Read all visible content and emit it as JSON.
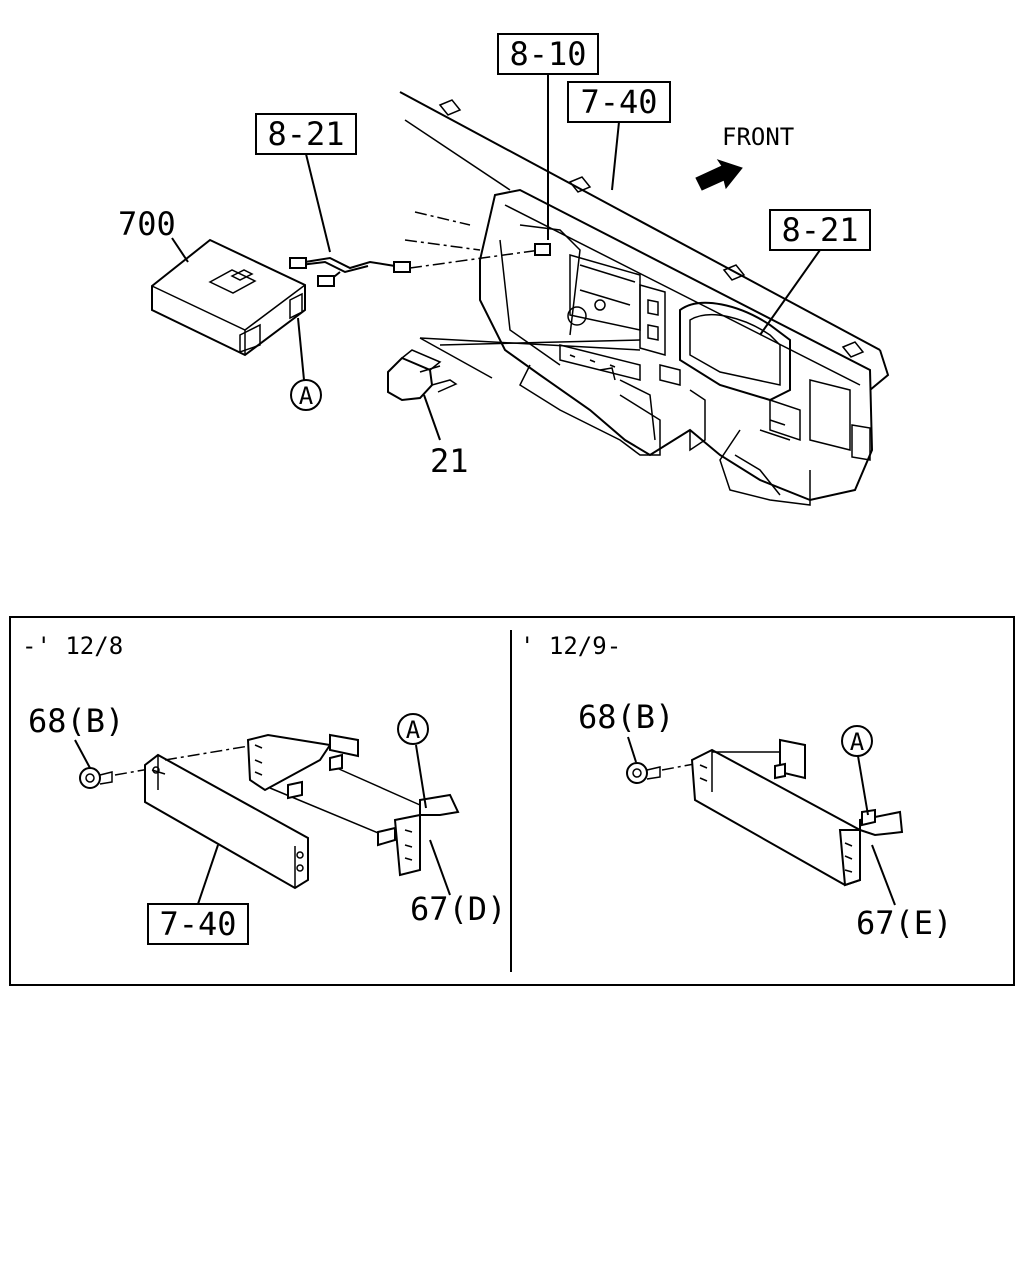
{
  "top_view": {
    "refs": {
      "ref_8_10": "8-10",
      "ref_7_40": "7-40",
      "ref_8_21_left": "8-21",
      "ref_8_21_right": "8-21"
    },
    "front_label": "FRONT",
    "part_700": "700",
    "part_21": "21",
    "marker_a": "A"
  },
  "inset_left": {
    "date_range": "-' 12/8",
    "bolt_label": "68(B)",
    "bracket_label": "67(D)",
    "ref_label": "7-40",
    "marker_a": "A"
  },
  "inset_right": {
    "date_range": "' 12/9-",
    "bolt_label": "68(B)",
    "bracket_label": "67(E)",
    "marker_a": "A"
  }
}
